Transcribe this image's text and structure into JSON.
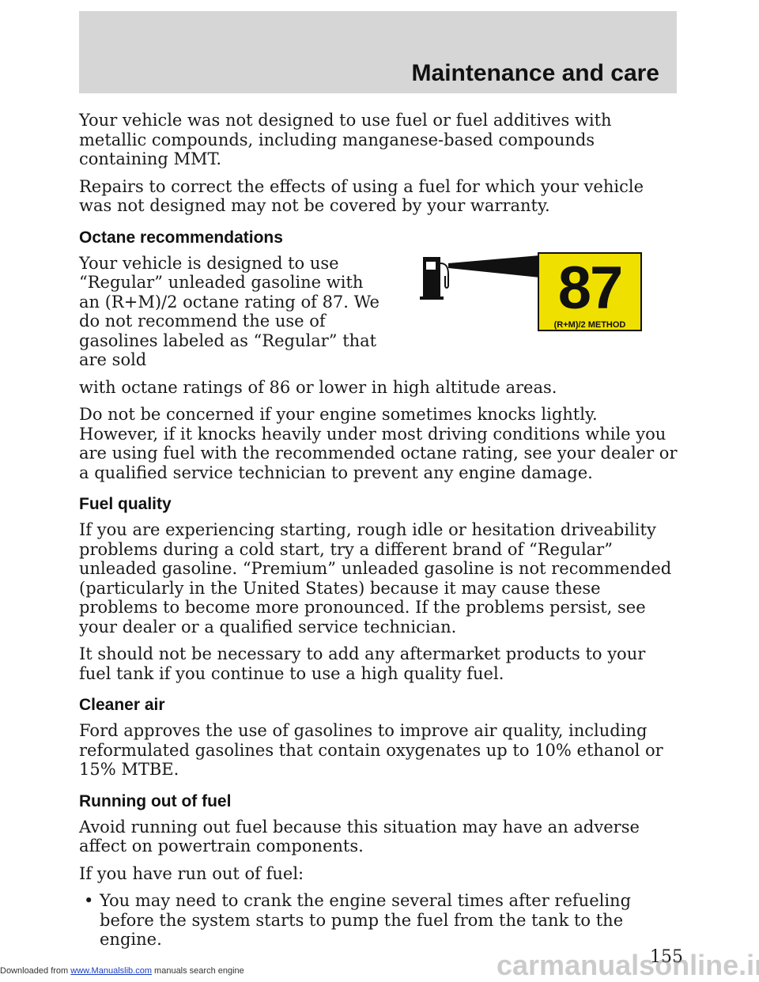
{
  "header": {
    "section_title": "Maintenance and care"
  },
  "paragraphs": {
    "p1": "Your vehicle was not designed to use fuel or fuel additives with metallic compounds, including manganese-based compounds containing MMT.",
    "p2": "Repairs to correct the effects of using a fuel for which your vehicle was not designed may not be covered by your warranty."
  },
  "octane": {
    "heading": "Octane recommendations",
    "text_wrap": "Your vehicle is designed to use “Regular” unleaded gasoline with an (R+M)/2 octane rating of 87. We do not recommend the use of gasolines labeled as “Regular” that are sold",
    "text_tail": "with octane ratings of 86 or lower in high altitude areas.",
    "p_knock": "Do not be concerned if your engine sometimes knocks lightly. However, if it knocks heavily under most driving conditions while you are using fuel with the recommended octane rating, see your dealer or a qualified service technician to prevent any engine damage.",
    "label_number": "87",
    "label_method": "(R+M)/2 METHOD",
    "label_color": "#f0e000"
  },
  "fuel_quality": {
    "heading": "Fuel quality",
    "p1": "If you are experiencing starting, rough idle or hesitation driveability problems during a cold start, try a different brand of “Regular” unleaded gasoline. “Premium” unleaded gasoline is not recommended (particularly in the United States) because it may cause these problems to become more pronounced. If the problems persist, see your dealer or a qualified service technician.",
    "p2": "It should not be necessary to add any aftermarket products to your fuel tank if you continue to use a high quality fuel."
  },
  "cleaner_air": {
    "heading": "Cleaner air",
    "p1": "Ford approves the use of gasolines to improve air quality, including reformulated gasolines that contain oxygenates up to 10% ethanol or 15% MTBE."
  },
  "running_out": {
    "heading": "Running out of fuel",
    "p1": "Avoid running out fuel because this situation may have an adverse affect on powertrain components.",
    "p2": "If you have run out of fuel:",
    "bullets": [
      "You may need to crank the engine several times after refueling before the system starts to pump the fuel from the tank to the engine."
    ]
  },
  "page_number": "155",
  "footer": {
    "prefix": "Downloaded from",
    "link": "www.Manualslib.com",
    "suffix": "manuals search engine"
  },
  "watermark": "carmanualsonline.info"
}
